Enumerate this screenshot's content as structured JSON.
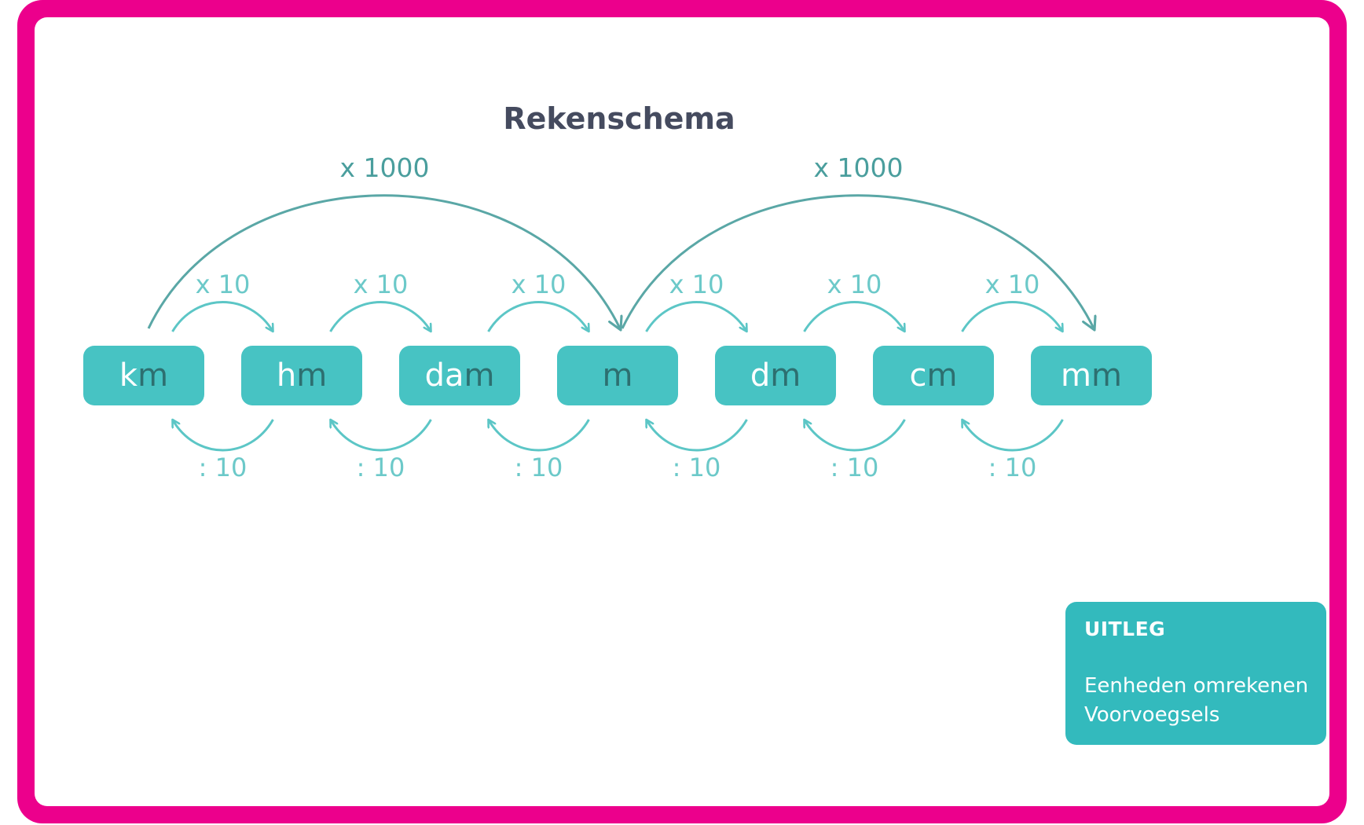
{
  "diagram": {
    "title": "Rekenschema",
    "units": [
      {
        "prefix": "k",
        "base": "m"
      },
      {
        "prefix": "h",
        "base": "m"
      },
      {
        "prefix": "da",
        "base": "m"
      },
      {
        "prefix": "",
        "base": "m"
      },
      {
        "prefix": "d",
        "base": "m"
      },
      {
        "prefix": "c",
        "base": "m"
      },
      {
        "prefix": "m",
        "base": "m"
      }
    ],
    "multiply_label": "x 10",
    "divide_label": ": 10",
    "big_arcs": [
      {
        "label": "x 1000",
        "from": "km",
        "to": "m"
      },
      {
        "label": "x 1000",
        "from": "m",
        "to": "mm"
      }
    ],
    "colors": {
      "box": "#47c3c3",
      "arrow_small": "#5cc6c6",
      "arrow_big": "#5aa7a6",
      "title": "#454b5f",
      "frame": "#ec008c"
    }
  },
  "info_card": {
    "heading": "UITLEG",
    "links": [
      "Eenheden omrekenen",
      "Voorvoegsels"
    ]
  }
}
